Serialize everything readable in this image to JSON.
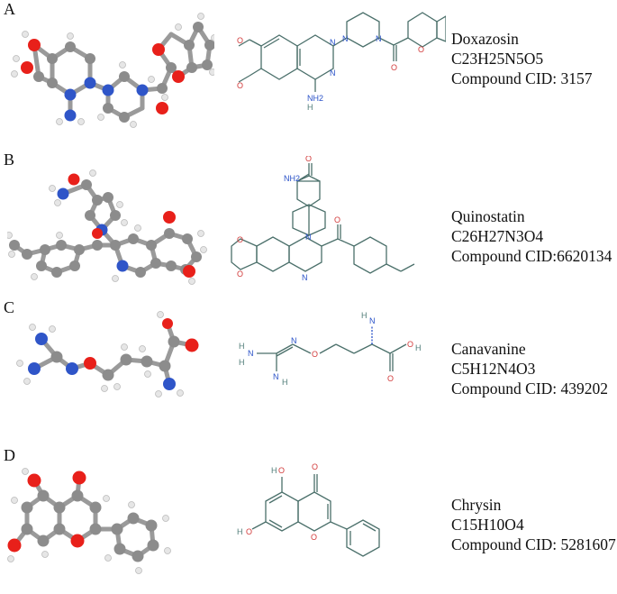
{
  "panels": [
    {
      "letter": "A",
      "name": "Doxazosin",
      "formula": "C23H25N5O5",
      "cid": "Compound CID: 3157"
    },
    {
      "letter": "B",
      "name": "Quinostatin",
      "formula": "C26H27N3O4",
      "cid": "Compound CID:6620134"
    },
    {
      "letter": "C",
      "name": "Canavanine",
      "formula": "C5H12N4O3",
      "cid": "Compound CID: 439202"
    },
    {
      "letter": "D",
      "name": "Chrysin",
      "formula": "C15H10O4",
      "cid": "Compound CID: 5281607"
    }
  ],
  "atom_labels": {
    "doxazosin": [
      "O",
      "O",
      "O",
      "O",
      "N",
      "N",
      "N",
      "N",
      "NH2",
      "H"
    ],
    "quinostatin": [
      "O",
      "NH2",
      "N",
      "O",
      "O",
      "N",
      "O"
    ],
    "canavanine": [
      "H",
      "N",
      "H",
      "N",
      "N",
      "H",
      "O",
      "H",
      "N",
      "O",
      "O",
      "H"
    ],
    "chrysin": [
      "O",
      "H",
      "O",
      "O",
      "H",
      "O"
    ]
  },
  "colors": {
    "carbon": "#8c8c8c",
    "oxygen": "#e8201a",
    "nitrogen": "#2f55c8",
    "hydrogen": "#e6e6e6",
    "bond_2d": "#4a6f6a",
    "o_label": "#d23a3a",
    "n_label": "#2a52c8",
    "h_label": "#4f7c78"
  }
}
